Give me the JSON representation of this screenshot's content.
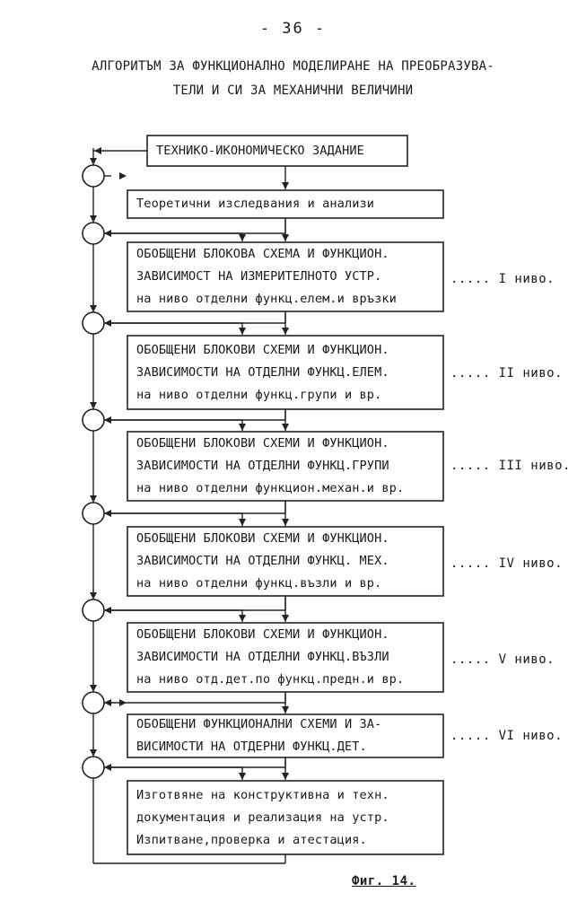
{
  "page_number": "- 36 -",
  "title": {
    "line1": "АЛГОРИТЪМ ЗА ФУНКЦИОНАЛНО МОДЕЛИРАНЕ НА ПРЕОБРАЗУВА-",
    "line2": "ТЕЛИ И СИ ЗА МЕХАНИЧНИ ВЕЛИЧИНИ"
  },
  "boxes": [
    {
      "lines": [
        "ТЕХНИКО-ИКОНОМИЧЕСКО ЗАДАНИЕ"
      ]
    },
    {
      "lines": [
        "Теоретични изследвания и анализи"
      ]
    },
    {
      "lines": [
        "ОБОБЩЕНИ БЛОКОВА СХЕМА И ФУНКЦИОН.",
        "ЗАВИСИМОСТ НА ИЗМЕРИТЕЛНОТО УСТР.",
        "на ниво отделни функц.елем.и връзки"
      ]
    },
    {
      "lines": [
        "ОБОБЩЕНИ БЛОКОВИ СХЕМИ И ФУНКЦИОН.",
        "ЗАВИСИМОСТИ НА ОТДЕЛНИ ФУНКЦ.ЕЛЕМ.",
        "на ниво отделни функц.групи и вр."
      ]
    },
    {
      "lines": [
        "ОБОБЩЕНИ БЛОКОВИ СХЕМИ И ФУНКЦИОН.",
        "ЗАВИСИМОСТИ НА ОТДЕЛНИ ФУНКЦ.ГРУПИ",
        "на ниво отделни функцион.механ.и вр."
      ]
    },
    {
      "lines": [
        "ОБОБЩЕНИ БЛОКОВИ СХЕМИ И ФУНКЦИОН.",
        "ЗАВИСИМОСТИ НА ОТДЕЛНИ ФУНКЦ. МЕХ.",
        "на ниво отделни функц.възли и вр."
      ]
    },
    {
      "lines": [
        "ОБОБЩЕНИ БЛОКОВИ СХЕМИ И ФУНКЦИОН.",
        "ЗАВИСИМОСТИ НА ОТДЕЛНИ ФУНКЦ.ВЪЗЛИ",
        "на ниво отд.дет.по функц.предн.и вр."
      ]
    },
    {
      "lines": [
        "ОБОБЩЕНИ ФУНКЦИОНАЛНИ СХЕМИ И ЗА-",
        "ВИСИМОСТИ НА ОТДЕРНИ ФУНКЦ.ДЕТ."
      ]
    },
    {
      "lines": [
        "Изготвяне на конструктивна и техн.",
        "документация и реализация на устр.",
        "Изпитване,проверка и атестация."
      ]
    }
  ],
  "levels": [
    {
      "box": 2,
      "text": "..... I ниво."
    },
    {
      "box": 3,
      "text": "..... II ниво."
    },
    {
      "box": 4,
      "text": "..... III ниво."
    },
    {
      "box": 5,
      "text": "..... IV ниво."
    },
    {
      "box": 6,
      "text": "..... V ниво."
    },
    {
      "box": 7,
      "text": "..... VI ниво."
    }
  ],
  "caption": "Фиг. 14."
}
